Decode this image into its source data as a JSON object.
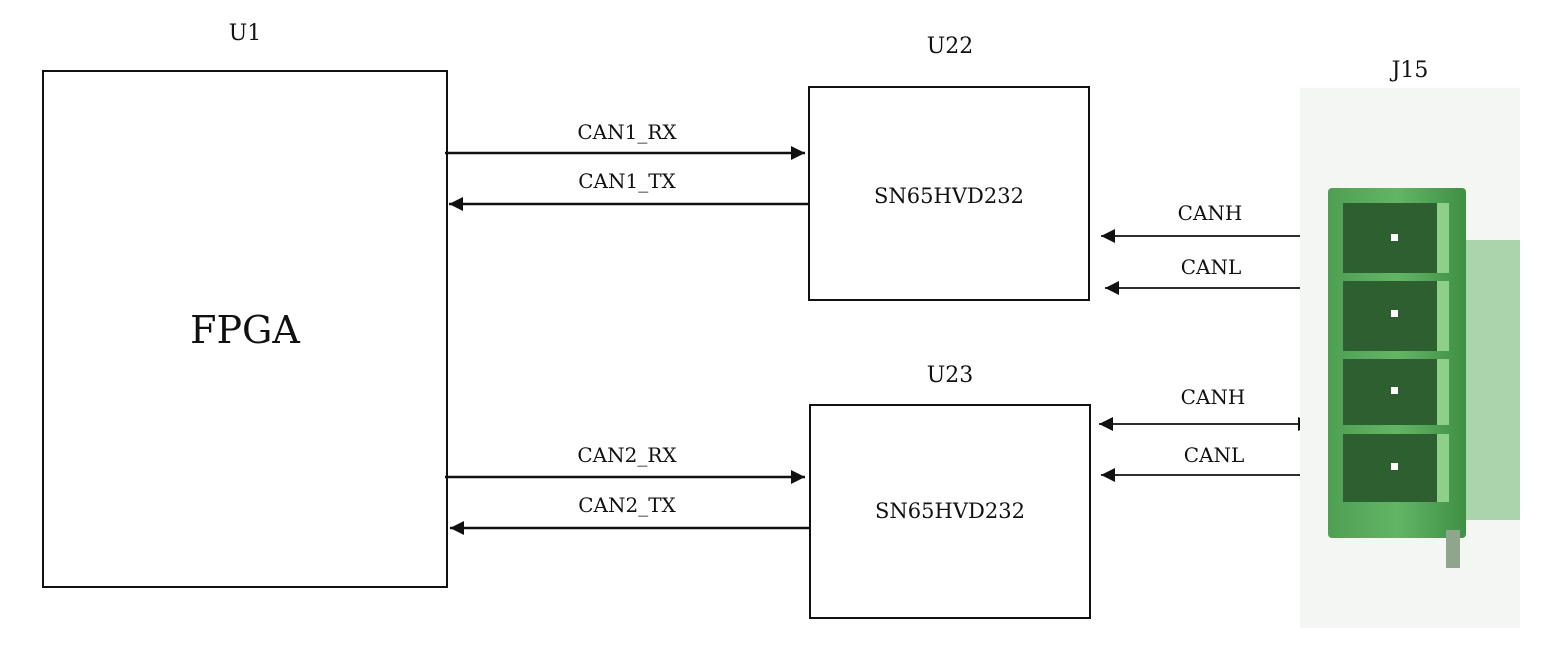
{
  "blocks": {
    "fpga": {
      "ref": "U1",
      "label": "FPGA"
    },
    "can1": {
      "ref": "U22",
      "label": "SN65HVD232"
    },
    "can2": {
      "ref": "U23",
      "label": "SN65HVD232"
    },
    "connector": {
      "ref": "J15"
    }
  },
  "signals": {
    "can1_rx": "CAN1_RX",
    "can1_tx": "CAN1_TX",
    "can2_rx": "CAN2_RX",
    "can2_tx": "CAN2_TX",
    "can1_h": "CANH",
    "can1_l": "CANL",
    "can2_h": "CANH",
    "can2_l": "CANL"
  },
  "colors": {
    "line": "#111111",
    "connector_body": "#5aaa5c",
    "connector_dark": "#2f7a3a",
    "connector_light": "#8fcf8c"
  }
}
